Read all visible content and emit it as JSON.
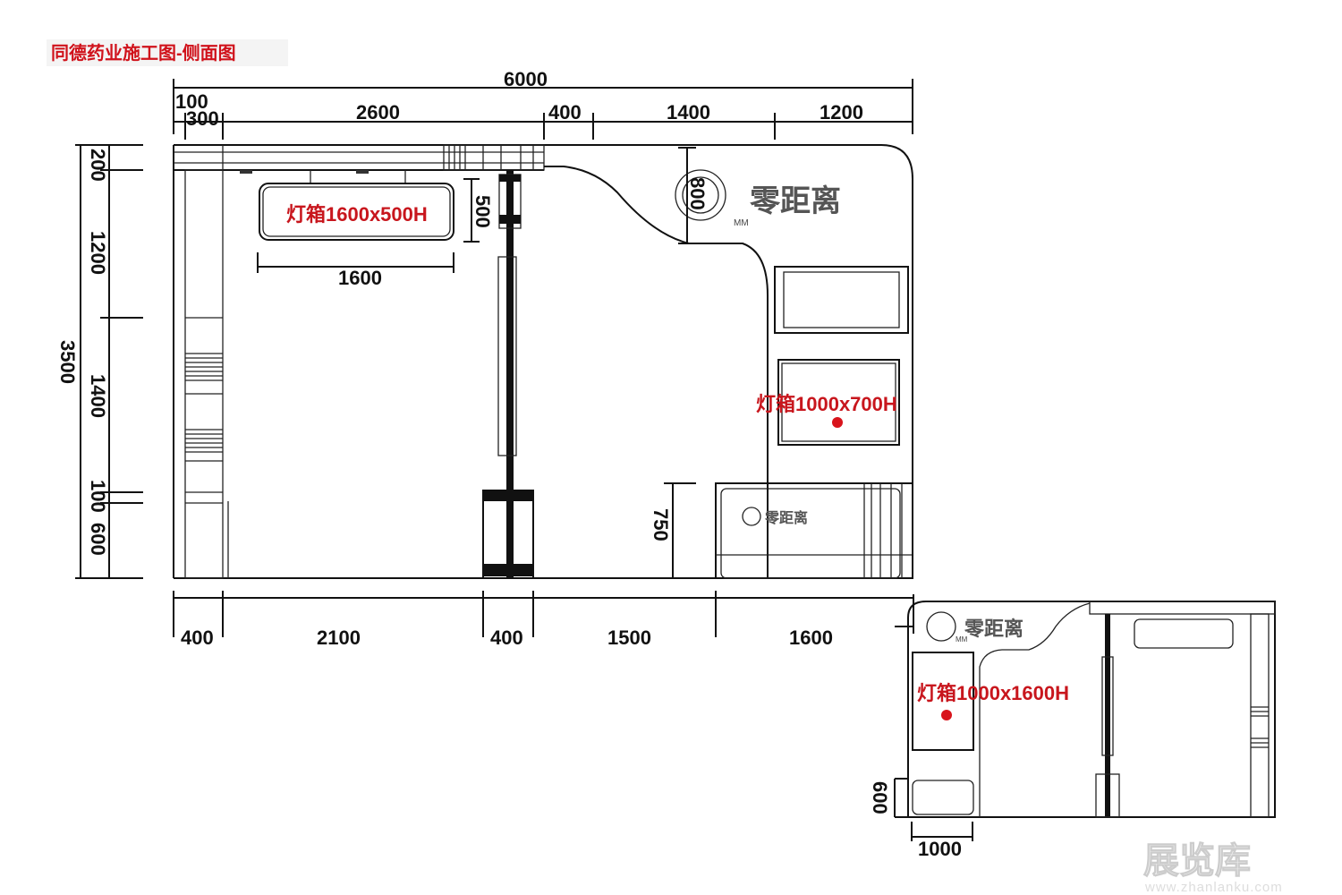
{
  "title": "同德药业施工图-侧面图",
  "top_dims": {
    "total": "6000",
    "d100": "100",
    "d300": "300",
    "d2600": "2600",
    "d400": "400",
    "d1400": "1400",
    "d1200": "1200"
  },
  "left_dims": {
    "total": "3500",
    "d200": "200",
    "d1200": "1200",
    "d1400": "1400",
    "d100": "100",
    "d600": "600"
  },
  "bottom_dims": {
    "d400a": "400",
    "d2100": "2100",
    "d400b": "400",
    "d1500": "1500",
    "d1600": "1600"
  },
  "lightbox_top": {
    "label": "灯箱1600x500H",
    "height_dim": "500",
    "width_dim": "1600"
  },
  "logo": {
    "text": "零距离",
    "sub": "MM",
    "height_dim": "800"
  },
  "lightbox_right": {
    "label": "灯箱1000x700H"
  },
  "counter": {
    "height_dim": "750",
    "logo_text": "零距离"
  },
  "inset": {
    "logo_text": "零距离",
    "logo_sub": "MM",
    "lightbox_label": "灯箱1000x1600H",
    "height_dim": "600",
    "width_dim": "1000"
  },
  "watermark": {
    "text": "展览库",
    "url": "www.zhanlanku.com"
  },
  "colors": {
    "annotation": "#c8161d",
    "lines": "#111111"
  }
}
